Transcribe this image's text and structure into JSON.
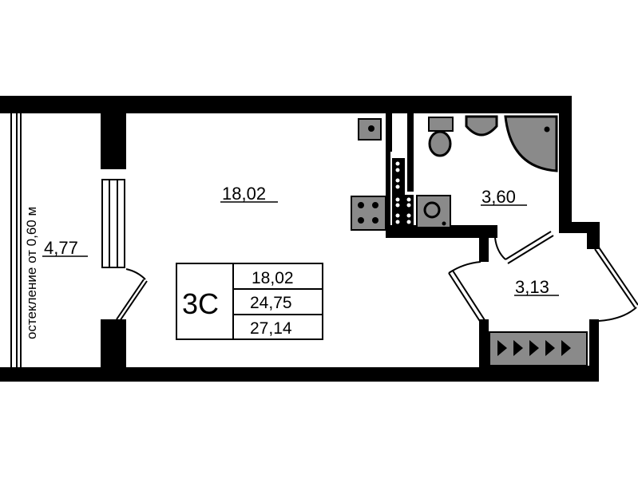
{
  "rooms": {
    "living": {
      "area": "18,02"
    },
    "loggia": {
      "area": "4,77",
      "note": "остекление от 0,60 м"
    },
    "bathroom": {
      "area": "3,60"
    },
    "hall": {
      "area": "3,13"
    }
  },
  "legend": {
    "type": "3С",
    "living_area": "18,02",
    "total_area": "24,75",
    "total_with_loggia": "27,14"
  },
  "colors": {
    "wall": "#000000",
    "fixture": "#8a8a8a",
    "background": "#ffffff"
  }
}
